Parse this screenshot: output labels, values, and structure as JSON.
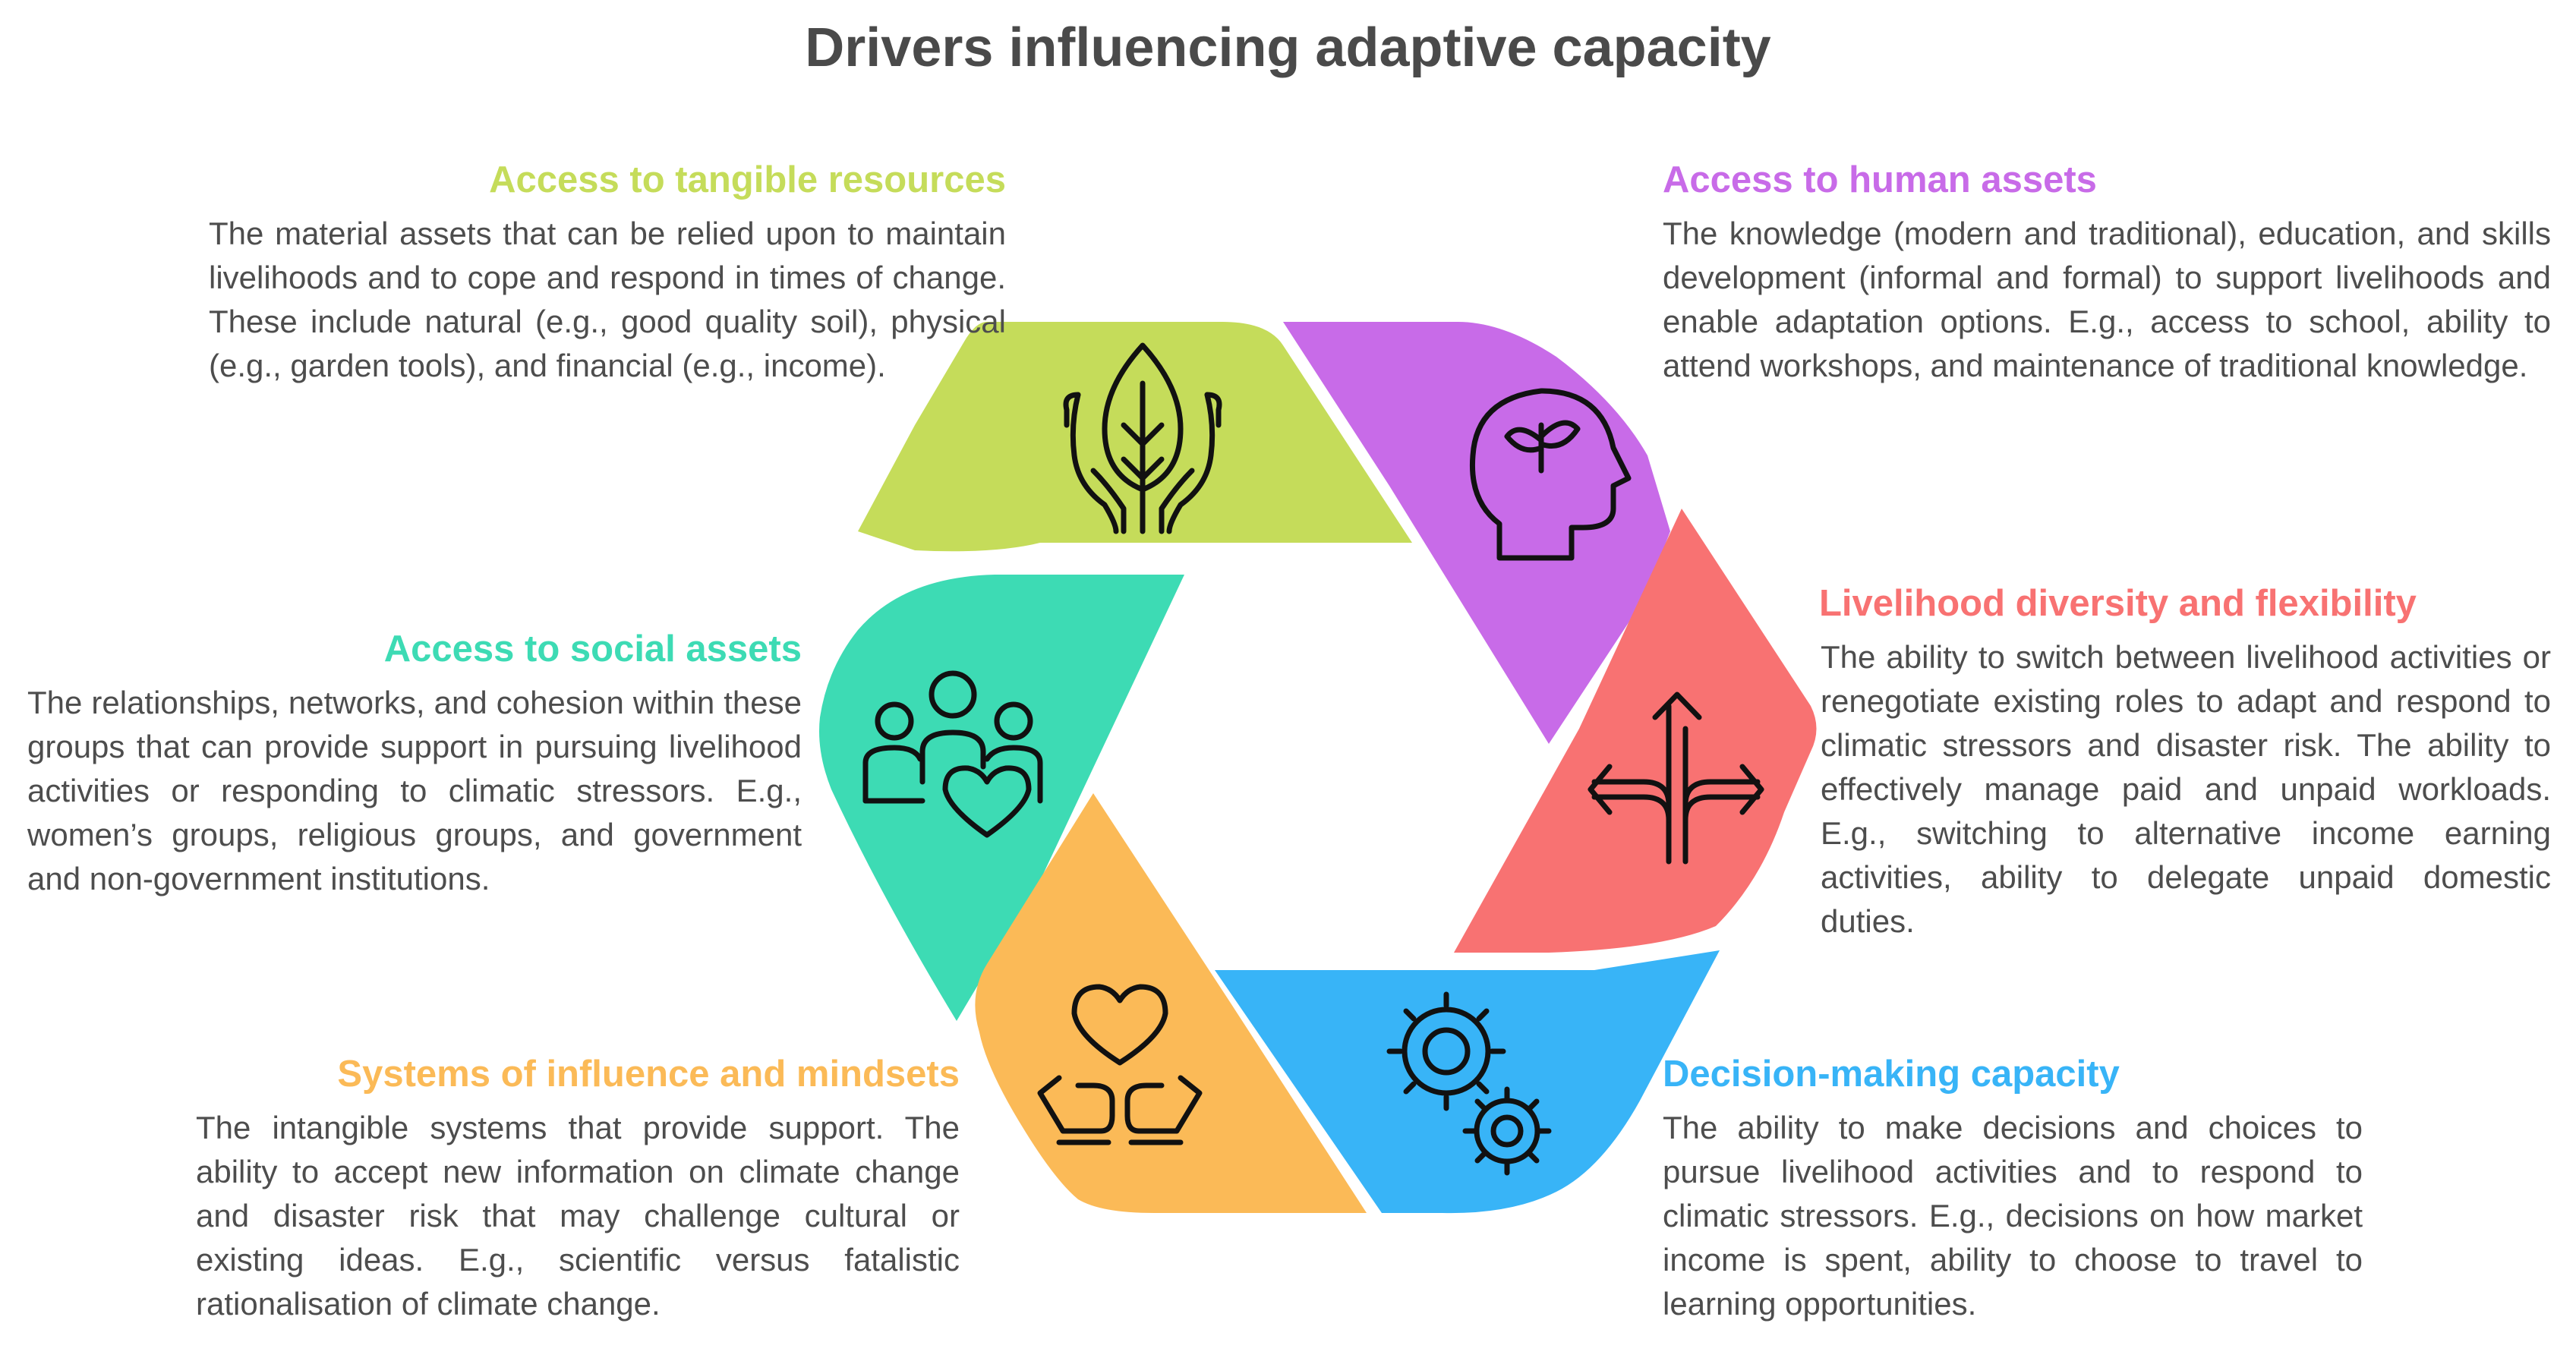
{
  "title": "Drivers influencing adaptive capacity",
  "drivers": {
    "tangible": {
      "heading": "Access to tangible resources",
      "text": "The material assets that can be relied upon to maintain livelihoods and to cope and respond in times of change. These include natural (e.g., good quality soil), physical (e.g., garden tools), and financial (e.g., income).",
      "color": "#c5dc5a",
      "icon": "hands-leaf-icon"
    },
    "human": {
      "heading": "Access to human assets",
      "text": "The knowledge (modern and traditional), education, and skills development (informal and formal) to support livelihoods and enable adaptation options. E.g., access to school, ability to attend workshops, and maintenance of traditional knowledge.",
      "color": "#c86be8",
      "icon": "head-sprout-icon"
    },
    "social": {
      "heading": "Access to social assets",
      "text": "The relationships, networks, and cohesion within these groups that can provide support in pursuing livelihood activities or responding to climatic stressors. E.g., women’s groups, religious groups, and government and non-government institutions.",
      "color": "#3ddbb4",
      "icon": "group-heart-icon"
    },
    "livelihood": {
      "heading": "Livelihood diversity and flexibility",
      "text": "The ability to switch between livelihood activities or renegotiate existing roles to adapt and respond to climatic stressors and disaster risk. The ability to effectively manage paid and unpaid workloads. E.g., switching to alternative income earning activities, ability to delegate unpaid domestic duties.",
      "color": "#f87272",
      "icon": "split-arrows-icon"
    },
    "systems": {
      "heading": "Systems of influence and mindsets",
      "text": "The intangible systems that provide support. The ability to accept new information on climate change and disaster risk that may challenge cultural or existing ideas. E.g., scientific versus fatalistic rationalisation of climate change.",
      "color": "#fbba57",
      "icon": "hands-heart-icon"
    },
    "decision": {
      "heading": "Decision-making capacity",
      "text": "The ability to make decisions and choices to pursue livelihood activities and to respond to climatic stressors. E.g., decisions on how market income is spent, ability to choose to travel to learning opportunities.",
      "color": "#38b4f7",
      "icon": "gears-icon"
    }
  }
}
